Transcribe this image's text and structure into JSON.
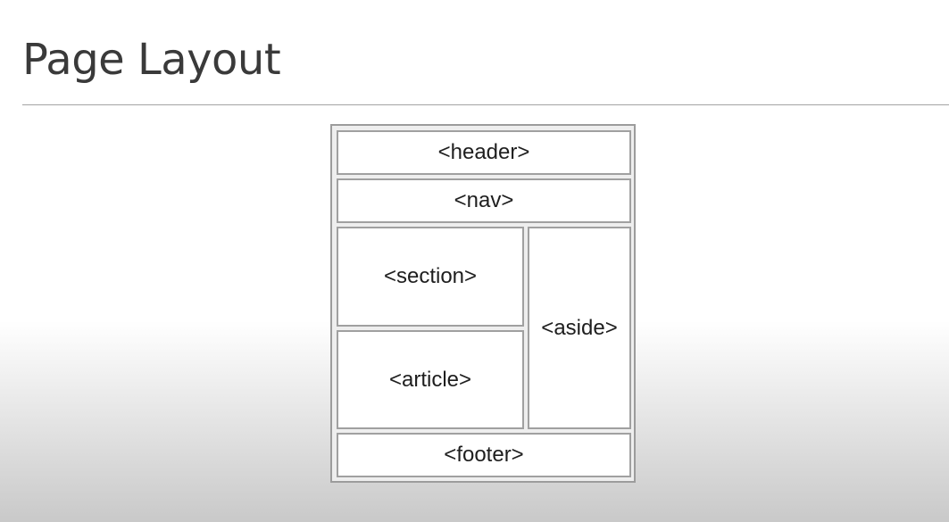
{
  "title": "Page Layout",
  "diagram": {
    "header": "<header>",
    "nav": "<nav>",
    "section": "<section>",
    "article": "<article>",
    "aside": "<aside>",
    "footer": "<footer>"
  }
}
